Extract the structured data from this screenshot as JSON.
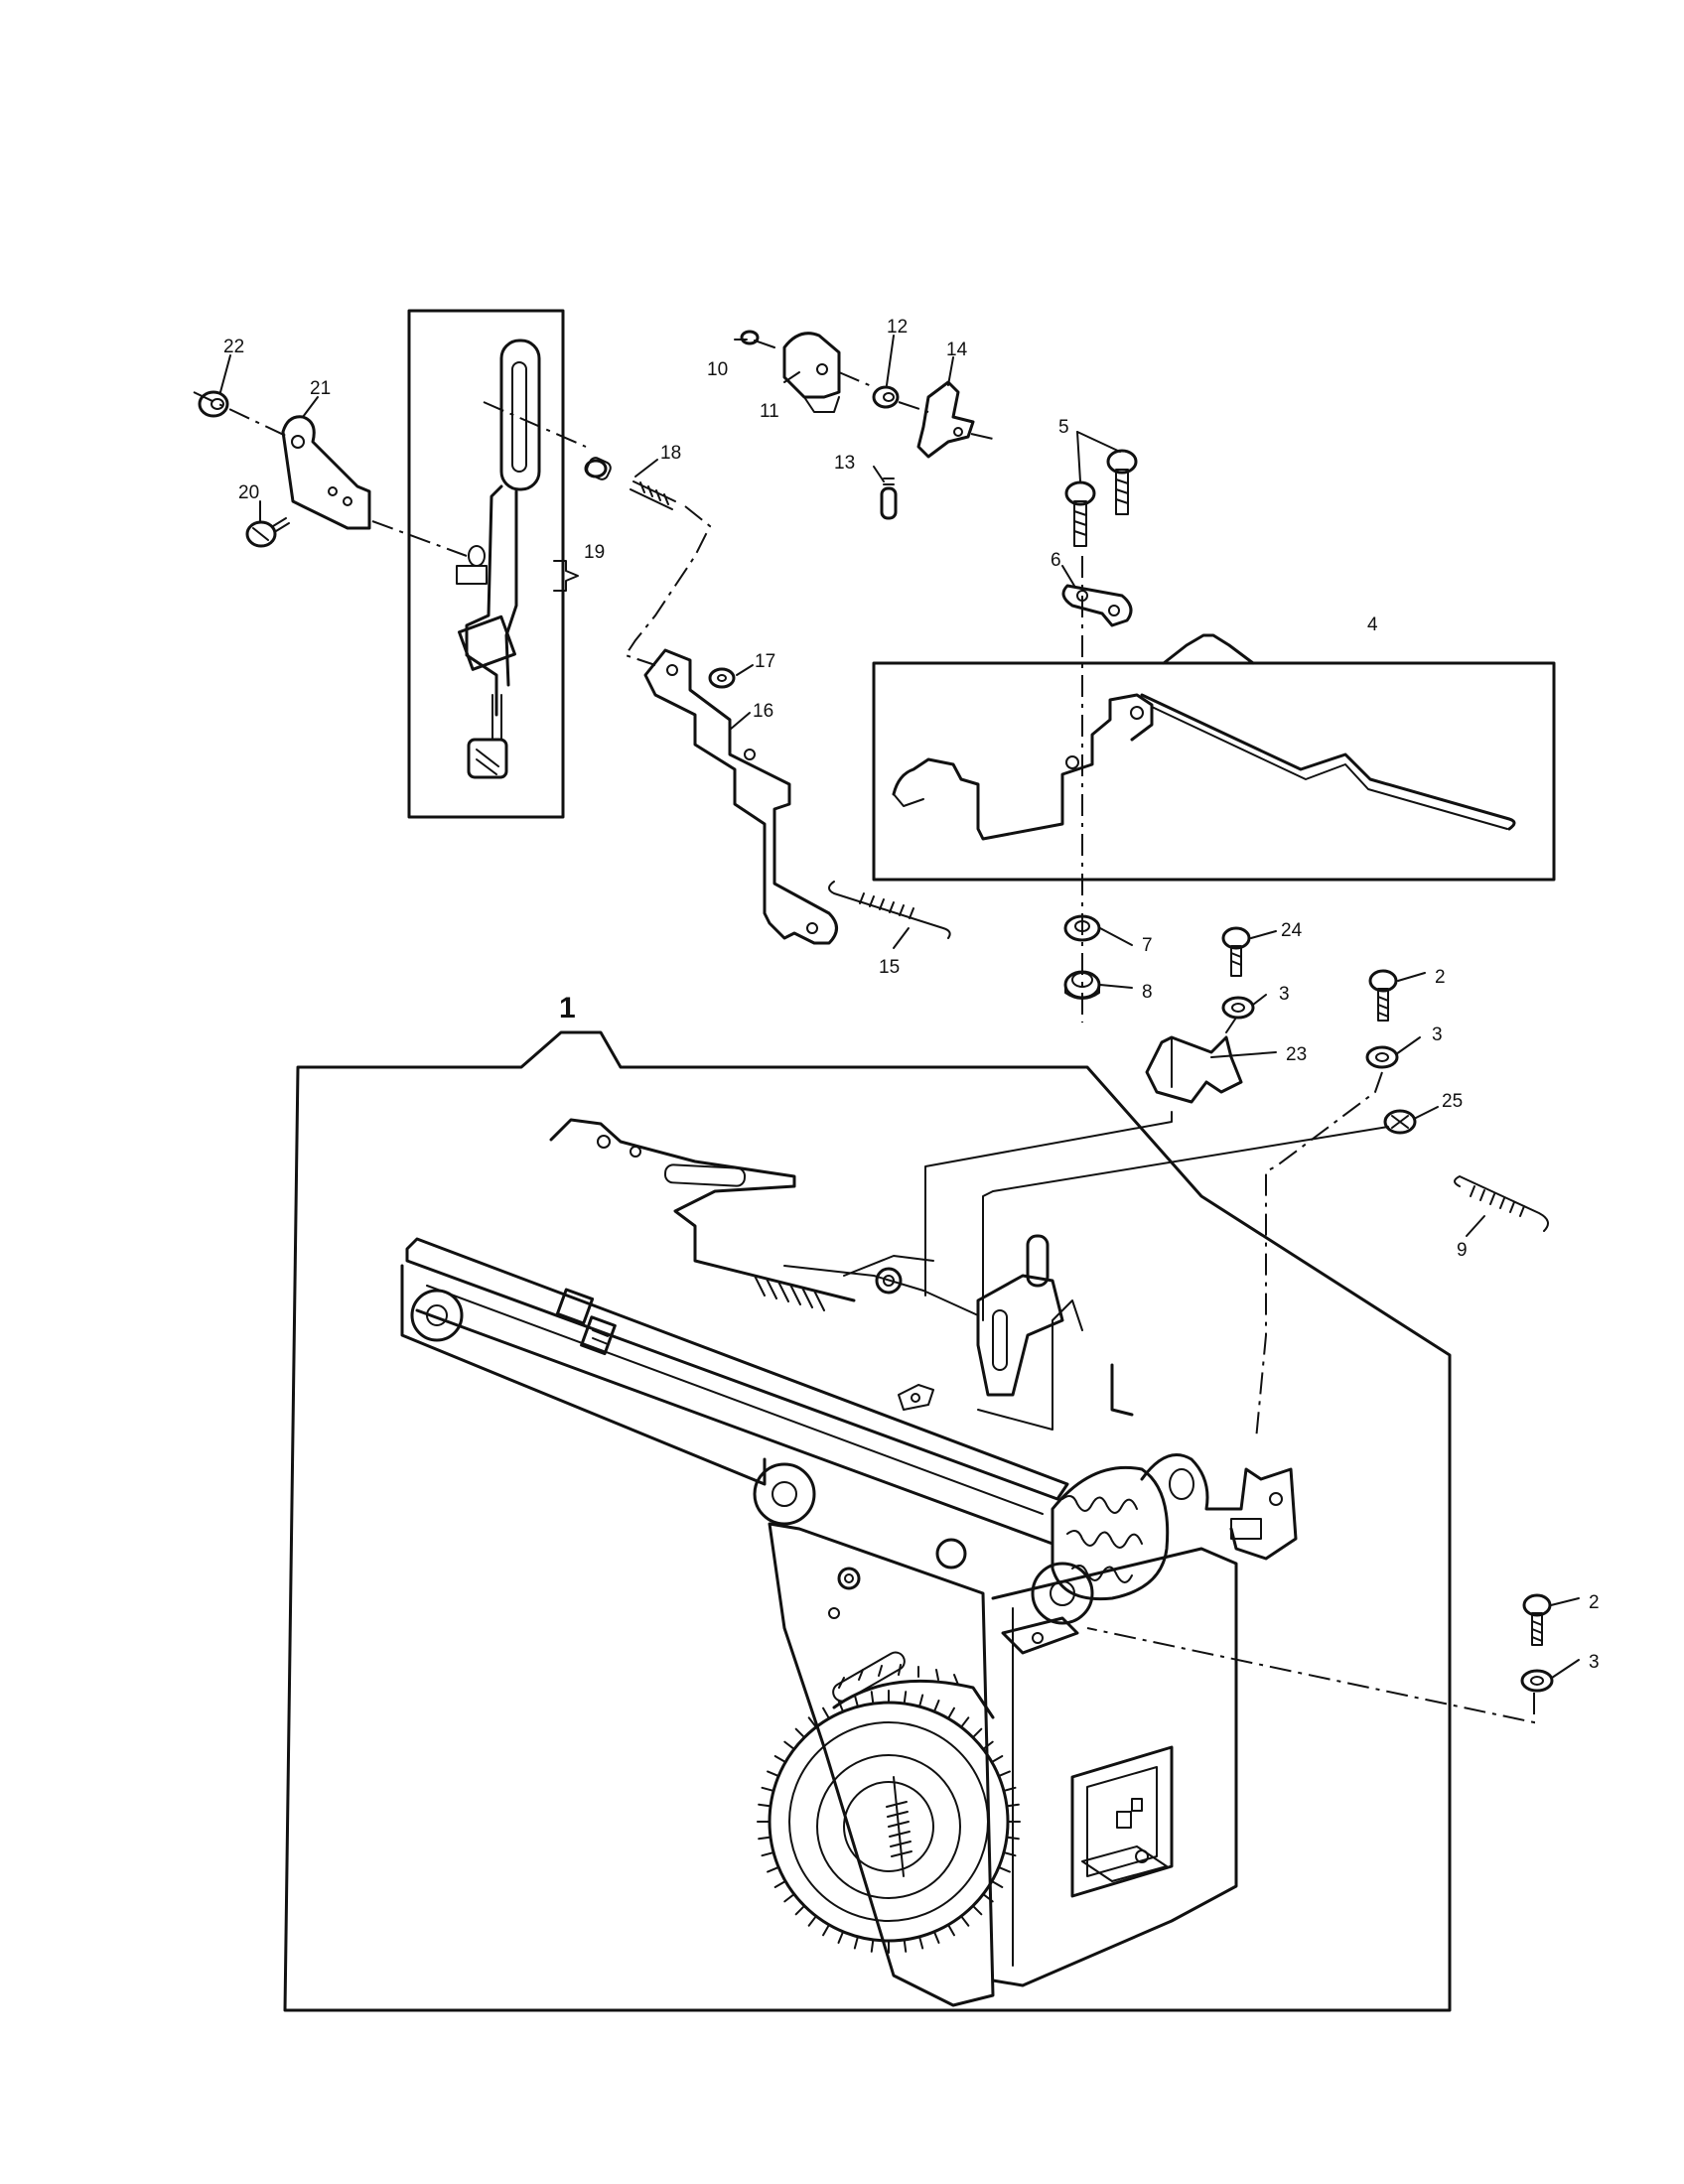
{
  "diagram": {
    "callouts": [
      {
        "id": "c1",
        "text": "1"
      },
      {
        "id": "c2a",
        "text": "2"
      },
      {
        "id": "c2b",
        "text": "2"
      },
      {
        "id": "c3a",
        "text": "3"
      },
      {
        "id": "c3b",
        "text": "3"
      },
      {
        "id": "c3c",
        "text": "3"
      },
      {
        "id": "c4",
        "text": "4"
      },
      {
        "id": "c5",
        "text": "5"
      },
      {
        "id": "c6",
        "text": "6"
      },
      {
        "id": "c7",
        "text": "7"
      },
      {
        "id": "c8",
        "text": "8"
      },
      {
        "id": "c9",
        "text": "9"
      },
      {
        "id": "c10",
        "text": "10"
      },
      {
        "id": "c11",
        "text": "11"
      },
      {
        "id": "c12",
        "text": "12"
      },
      {
        "id": "c13",
        "text": "13"
      },
      {
        "id": "c14",
        "text": "14"
      },
      {
        "id": "c15",
        "text": "15"
      },
      {
        "id": "c16",
        "text": "16"
      },
      {
        "id": "c17",
        "text": "17"
      },
      {
        "id": "c18",
        "text": "18"
      },
      {
        "id": "c19",
        "text": "19"
      },
      {
        "id": "c20",
        "text": "20"
      },
      {
        "id": "c21",
        "text": "21"
      },
      {
        "id": "c22",
        "text": "22"
      },
      {
        "id": "c23",
        "text": "23"
      },
      {
        "id": "c24",
        "text": "24"
      },
      {
        "id": "c25",
        "text": "25"
      }
    ]
  }
}
